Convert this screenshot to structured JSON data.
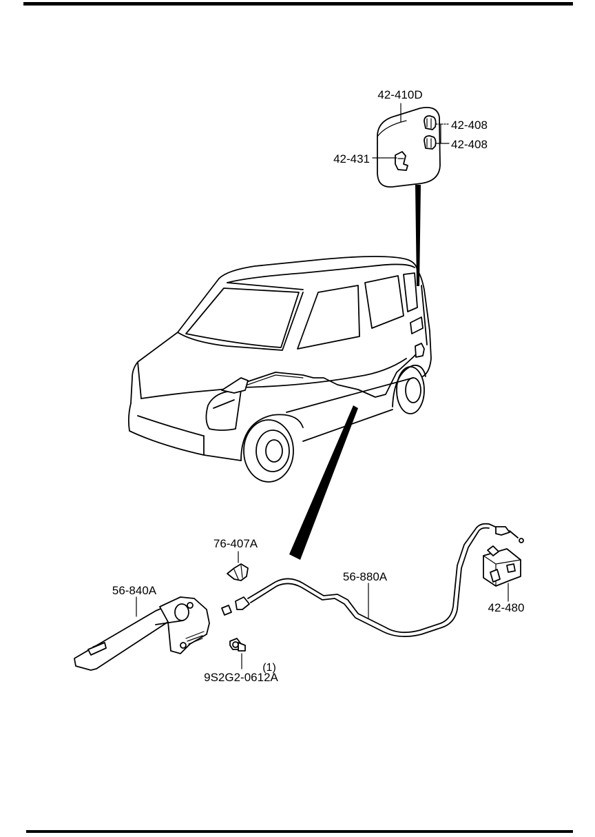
{
  "diagram": {
    "labels": {
      "fuel_lid": "42-410D",
      "clip_upper": "42-408",
      "clip_lower": "42-408",
      "lid_spring": "42-431",
      "cable_clip": "76-407A",
      "opener_lever": "56-840A",
      "opener_cable": "56-880A",
      "lock_assembly": "42-480",
      "bolt": "9S2G2-0612A",
      "bolt_qty": "(1)"
    }
  }
}
